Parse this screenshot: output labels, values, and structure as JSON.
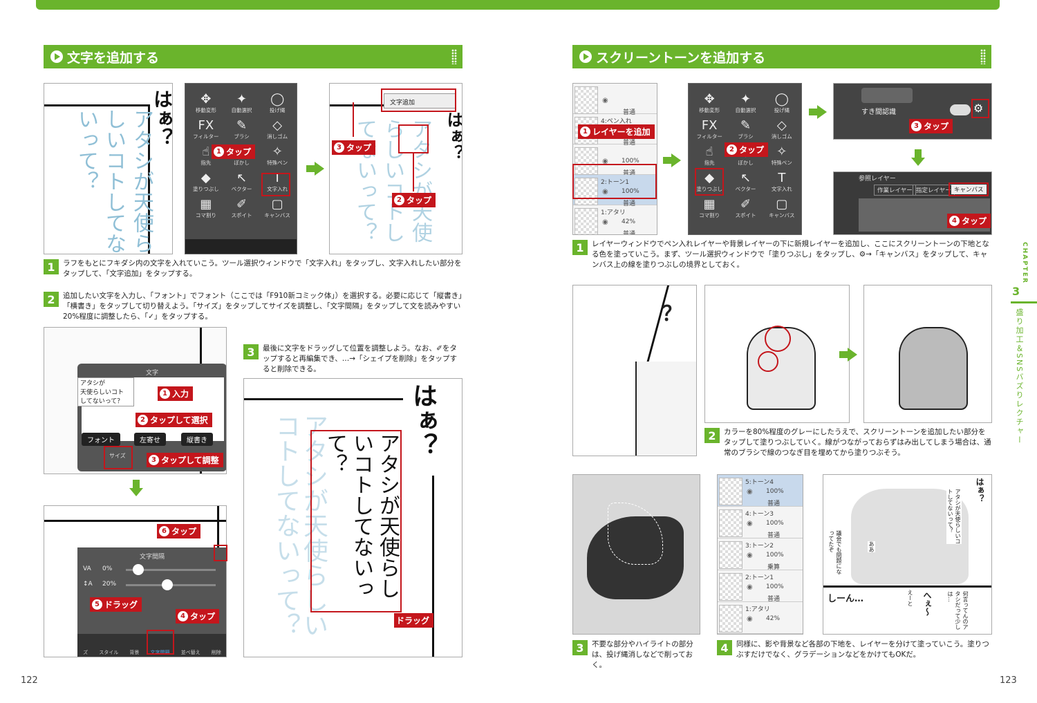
{
  "left": {
    "heading": "文字を追加する",
    "page": "122",
    "step1": {
      "num": "1",
      "text": "ラフをもとにフキダシ内の文字を入れていこう。ツール選択ウィンドウで「文字入れ」をタップし、文字入れしたい部分をタップして、「文字追加」をタップする。"
    },
    "step2": {
      "num": "2",
      "text": "追加したい文字を入力し、「フォント」でフォント（ここでは「F910新コミック体」）を選択する。必要に応じて「縦書き」「横書き」をタップして切り替えよう。「サイズ」をタップしてサイズを調整し、「文字間隔」をタップして文を読みやすい20%程度に調整したら、「✓」をタップする。"
    },
    "step3": {
      "num": "3",
      "text": "最後に文字をドラッグして位置を調整しよう。なお、✐をタップすると再編集でき、…→「シェイプを削除」をタップすると削除できる。"
    },
    "sketch_text_1": "はぁ？",
    "sketch_text_2": "アタシが天使らしいコトしてないって？",
    "tools": [
      {
        "icon": "✥",
        "label": "移動変形"
      },
      {
        "icon": "✦",
        "label": "自動選択"
      },
      {
        "icon": "◯",
        "label": "投げ縄"
      },
      {
        "icon": "FX",
        "label": "フィルター"
      },
      {
        "icon": "✎",
        "label": "ブラシ"
      },
      {
        "icon": "◇",
        "label": "消しゴム"
      },
      {
        "icon": "☝",
        "label": "指先"
      },
      {
        "icon": "◍",
        "label": "ぼかし"
      },
      {
        "icon": "✧",
        "label": "特殊ペン"
      },
      {
        "icon": "◆",
        "label": "塗りつぶし"
      },
      {
        "icon": "↖",
        "label": "ベクター"
      },
      {
        "icon": "T",
        "label": "文字入れ"
      },
      {
        "icon": "▦",
        "label": "コマ割り"
      },
      {
        "icon": "✐",
        "label": "スポイト"
      },
      {
        "icon": "▢",
        "label": "キャンバス"
      }
    ],
    "callouts": {
      "tap1": {
        "n": "1",
        "t": "タップ"
      },
      "tap2": {
        "n": "2",
        "t": "タップ"
      },
      "tap3": {
        "n": "3",
        "t": "タップ"
      },
      "input1": {
        "n": "1",
        "t": "入力"
      },
      "select2": {
        "n": "2",
        "t": "タップして選択"
      },
      "adjust3": {
        "n": "3",
        "t": "タップして調整"
      },
      "tap4": {
        "n": "4",
        "t": "タップ"
      },
      "drag5": {
        "n": "5",
        "t": "ドラッグ"
      },
      "tap6": {
        "n": "6",
        "t": "タップ"
      },
      "drag": "ドラッグ"
    },
    "text_add_menu": "文字追加",
    "text_panel": {
      "title": "文字",
      "input_lines": [
        "アタシが",
        "天使らしいコト",
        "してないって？"
      ],
      "font_btn": "フォント",
      "align_btn": "左寄せ",
      "vertical_btn": "縦書き",
      "size_label": "サイズ"
    },
    "spacing_panel": {
      "title": "文字間隔",
      "row1_label": "VA",
      "row1_val": "0%",
      "row2_label": "↕A",
      "row2_val": "20%",
      "bottom": [
        "ズ",
        "スタイル",
        "背景",
        "文字間隔",
        "並べ替え",
        "削除"
      ]
    },
    "final_text": "アタシが天使らしいコトしてないって？"
  },
  "right": {
    "heading": "スクリーントーンを追加する",
    "page": "123",
    "step1": {
      "num": "1",
      "text": "レイヤーウィンドウでペン入れレイヤーや背景レイヤーの下に新規レイヤーを追加し、ここにスクリーントーンの下地となる色を塗っていこう。まず、ツール選択ウィンドウで「塗りつぶし」をタップし、⚙→「キャンバス」をタップして、キャンバス上の線を塗りつぶしの境界としておく。"
    },
    "step2": {
      "num": "2",
      "text": "カラーを80%程度のグレーにしたうえで、スクリーントーンを追加したい部分をタップして塗りつぶしていく。線がつながっておらずはみ出してしまう場合は、通常のブラシで線のつなぎ目を埋めてから塗りつぶそう。"
    },
    "step3": {
      "num": "3",
      "text": "不要な部分やハイライトの部分は、投げ縄消しなどで削っておく。"
    },
    "step4": {
      "num": "4",
      "text": "同様に、影や背景など各部の下地を、レイヤーを分けて塗っていこう。塗りつぶすだけでなく、グラデーションなどをかけてもOKだ。"
    },
    "layers1": [
      {
        "name": "",
        "op": "",
        "blend": "普通",
        "sel": false
      },
      {
        "name": "4:ペン入れ",
        "op": "100%",
        "blend": "普通",
        "sel": false
      },
      {
        "name": "",
        "op": "100%",
        "blend": "普通",
        "sel": false
      },
      {
        "name": "2:トーン1",
        "op": "100%",
        "blend": "普通",
        "sel": true
      },
      {
        "name": "1:アタリ",
        "op": "42%",
        "blend": "普通",
        "sel": false
      }
    ],
    "layers2": [
      {
        "name": "5:トーン4",
        "op": "100%",
        "blend": "普通",
        "sel": true
      },
      {
        "name": "4:トーン3",
        "op": "100%",
        "blend": "普通",
        "sel": false
      },
      {
        "name": "3:トーン2",
        "op": "100%",
        "blend": "乗算",
        "sel": false
      },
      {
        "name": "2:トーン1",
        "op": "100%",
        "blend": "普通",
        "sel": false
      },
      {
        "name": "1:アタリ",
        "op": "42%",
        "blend": "",
        "sel": false
      }
    ],
    "callouts": {
      "addlayer1": {
        "n": "1",
        "t": "レイヤーを追加"
      },
      "tap2": {
        "n": "2",
        "t": "タップ"
      },
      "tap3": {
        "n": "3",
        "t": "タップ"
      },
      "tap4": {
        "n": "4",
        "t": "タップ"
      }
    },
    "settings": {
      "label": "すき間認識",
      "ref_label": "参照レイヤー",
      "opt1": "作業レイヤー",
      "opt2": "指定レイヤー",
      "opt3": "キャンバス"
    },
    "manga_texts": {
      "haa": "はぁ？",
      "bubble1": "アタシが天使らしいコトしてないって？",
      "bubble2": "ああ",
      "bubble3": "議会でも問題になってたぞ",
      "shiin": "しーん…",
      "ee": "えーと",
      "heee": "へぇ〜",
      "bubble4": "何言ってんのアタシだって少しは…"
    },
    "question": "？",
    "chapter_label": "CHAPTER",
    "chapter_num": "3",
    "chapter_title": "盛り加工＆SNSバズりレクチャー"
  },
  "colors": {
    "accent": "#6ab42c",
    "callout": "#c4161c"
  }
}
